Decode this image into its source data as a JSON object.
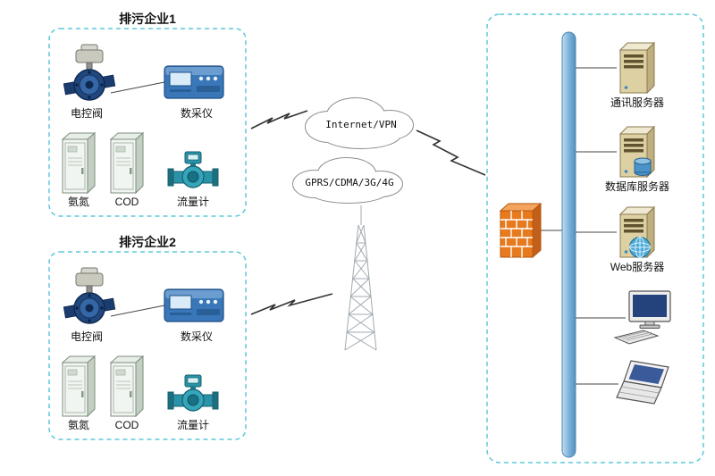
{
  "diagram": {
    "enterprises": [
      {
        "title": "排污企业1",
        "devices": {
          "valve": "电控阀",
          "collector": "数采仪",
          "ammonia": "氨氮",
          "cod": "COD",
          "flowmeter": "流量计"
        }
      },
      {
        "title": "排污企业2",
        "devices": {
          "valve": "电控阀",
          "collector": "数采仪",
          "ammonia": "氨氮",
          "cod": "COD",
          "flowmeter": "流量计"
        }
      }
    ],
    "clouds": {
      "internet": "Internet/VPN",
      "gprs": "GPRS/CDMA/3G/4G"
    },
    "servers": {
      "comm": "通讯服务器",
      "database": "数据库服务器",
      "web": "Web服务器"
    },
    "colors": {
      "dashed_border": "#5bc8dc",
      "bus_bar": "#7fb3d9",
      "firewall_brick": "#e87a1e",
      "collector_blue": "#3a77b8",
      "flowmeter_teal": "#2a93a8",
      "valve_navy": "#20477e",
      "server_tan": "#ddd1a4"
    },
    "icons": {
      "valve": "electric-control-valve-icon",
      "collector": "data-logger-icon",
      "cabinet": "analyzer-cabinet-icon",
      "flowmeter": "electromagnetic-flowmeter-icon",
      "cloud": "network-cloud-icon",
      "tower": "radio-mast-icon",
      "firewall": "brick-firewall-icon",
      "server": "tower-server-icon",
      "database": "database-cylinder-icon",
      "globe": "web-globe-icon",
      "desktop": "desktop-computer-icon",
      "laptop": "laptop-icon",
      "bus": "vertical-bus-icon",
      "lightning": "lightning-link-icon"
    }
  }
}
